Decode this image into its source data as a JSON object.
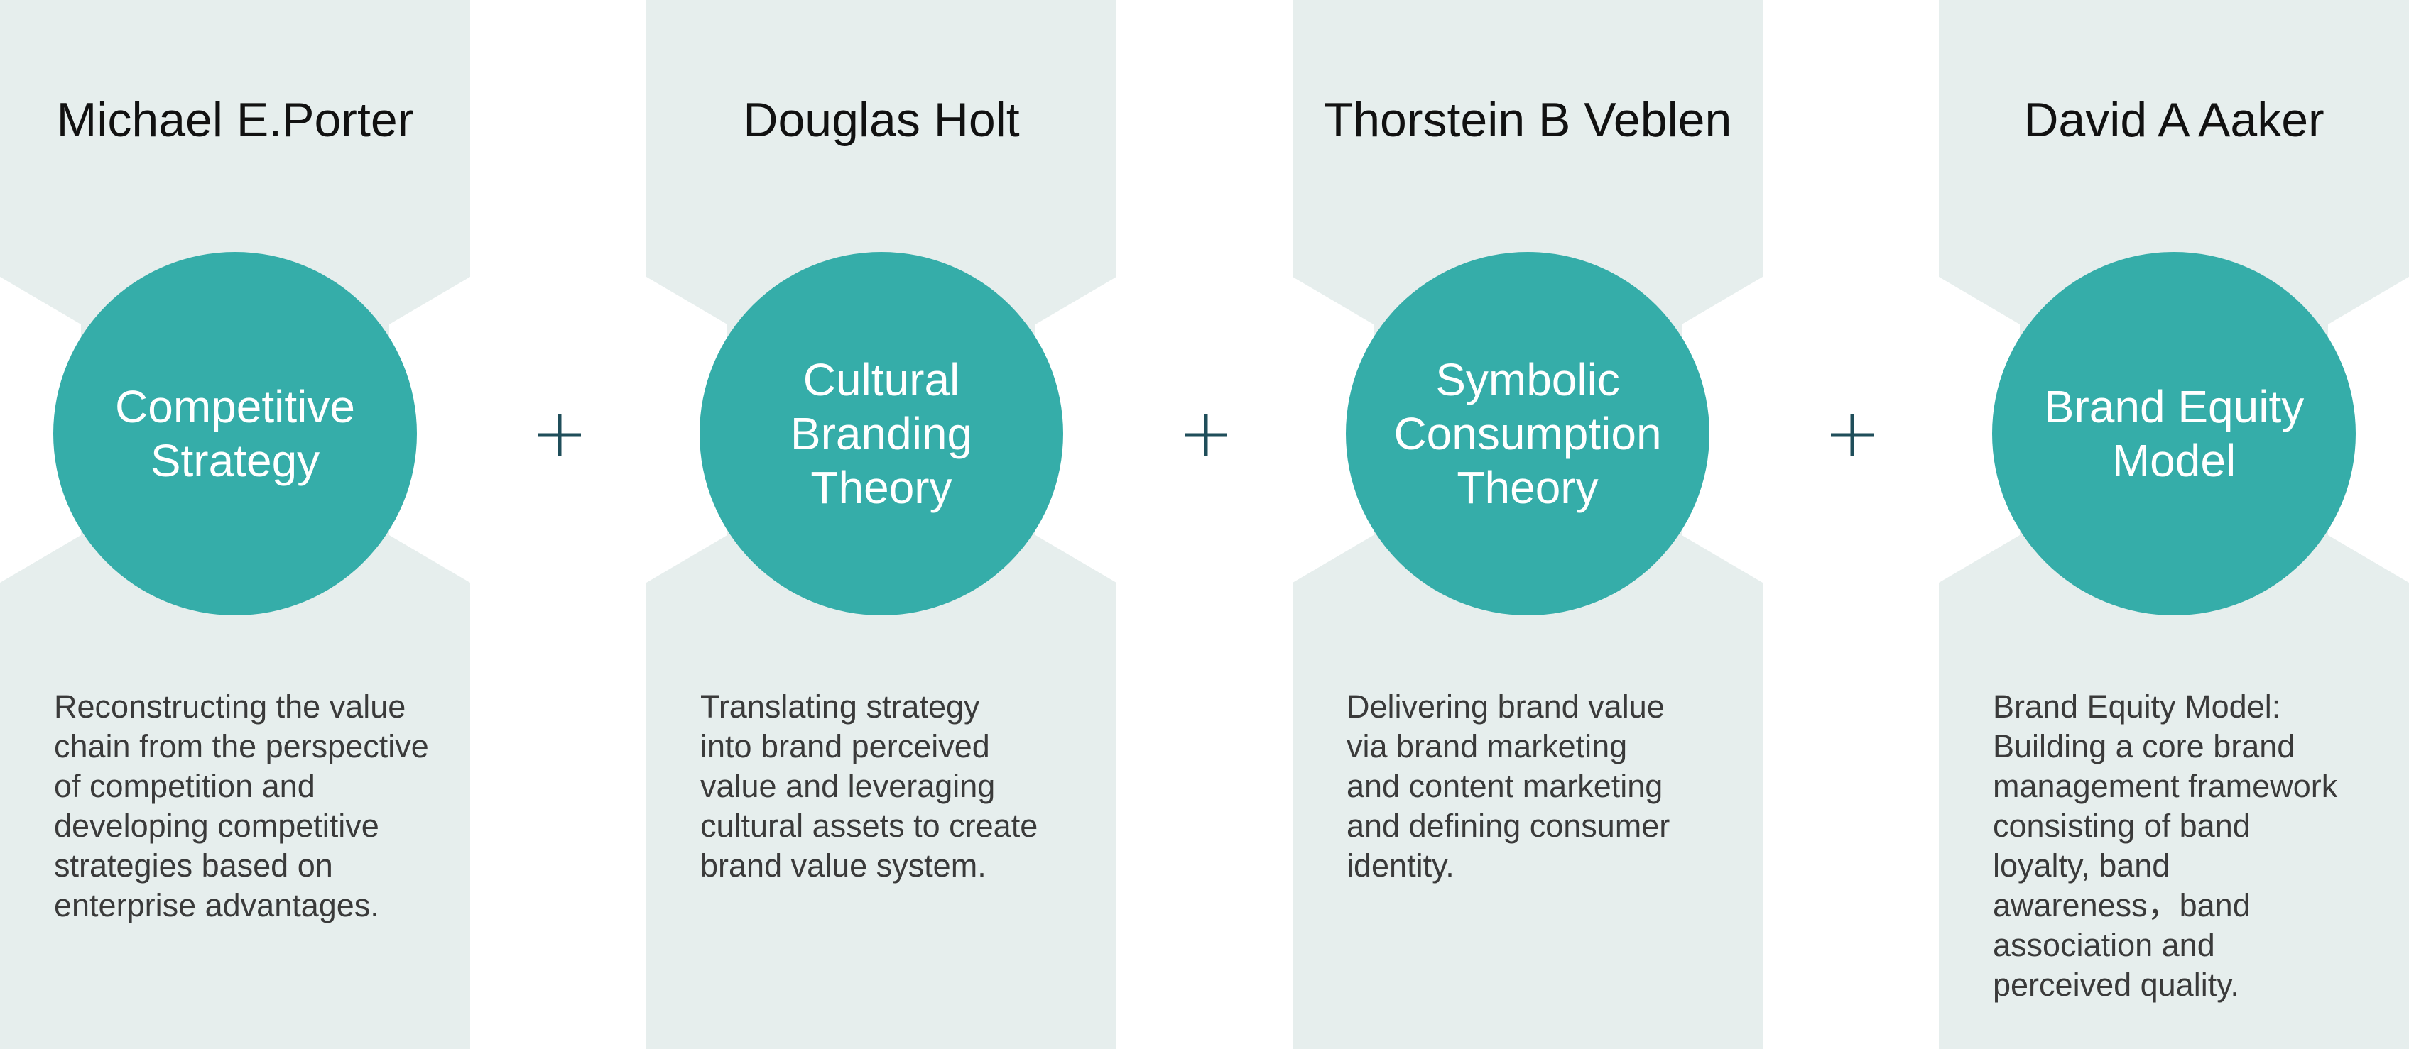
{
  "colors": {
    "panel": "#e6eeed",
    "circle": "#35ada9",
    "plus": "#1f4e5a",
    "name_text": "#111111",
    "description_text": "#3a3a3a"
  },
  "columns": [
    {
      "name": "Michael E.Porter",
      "circle_label": "Competitive\nStrategy",
      "description": "Reconstructing the value\nchain from the perspective\nof competition and\ndeveloping competitive\nstrategies based on\nenterprise advantages."
    },
    {
      "name": "Douglas Holt",
      "circle_label": "Cultural\nBranding\nTheory",
      "description": "Translating strategy\ninto brand perceived\nvalue and leveraging\ncultural assets to create\nbrand value system."
    },
    {
      "name": "Thorstein B Veblen",
      "circle_label": "Symbolic\nConsumption\nTheory",
      "description": "Delivering brand value\nvia brand marketing\nand content marketing\nand defining consumer\nidentity."
    },
    {
      "name": "David A Aaker",
      "circle_label": "Brand Equity\nModel",
      "description": "Brand Equity Model:\nBuilding a core brand\nmanagement framework\nconsisting of band\nloyalty, band\nawareness，band\nassociation and\nperceived quality."
    }
  ],
  "connector_icon": "plus-icon"
}
